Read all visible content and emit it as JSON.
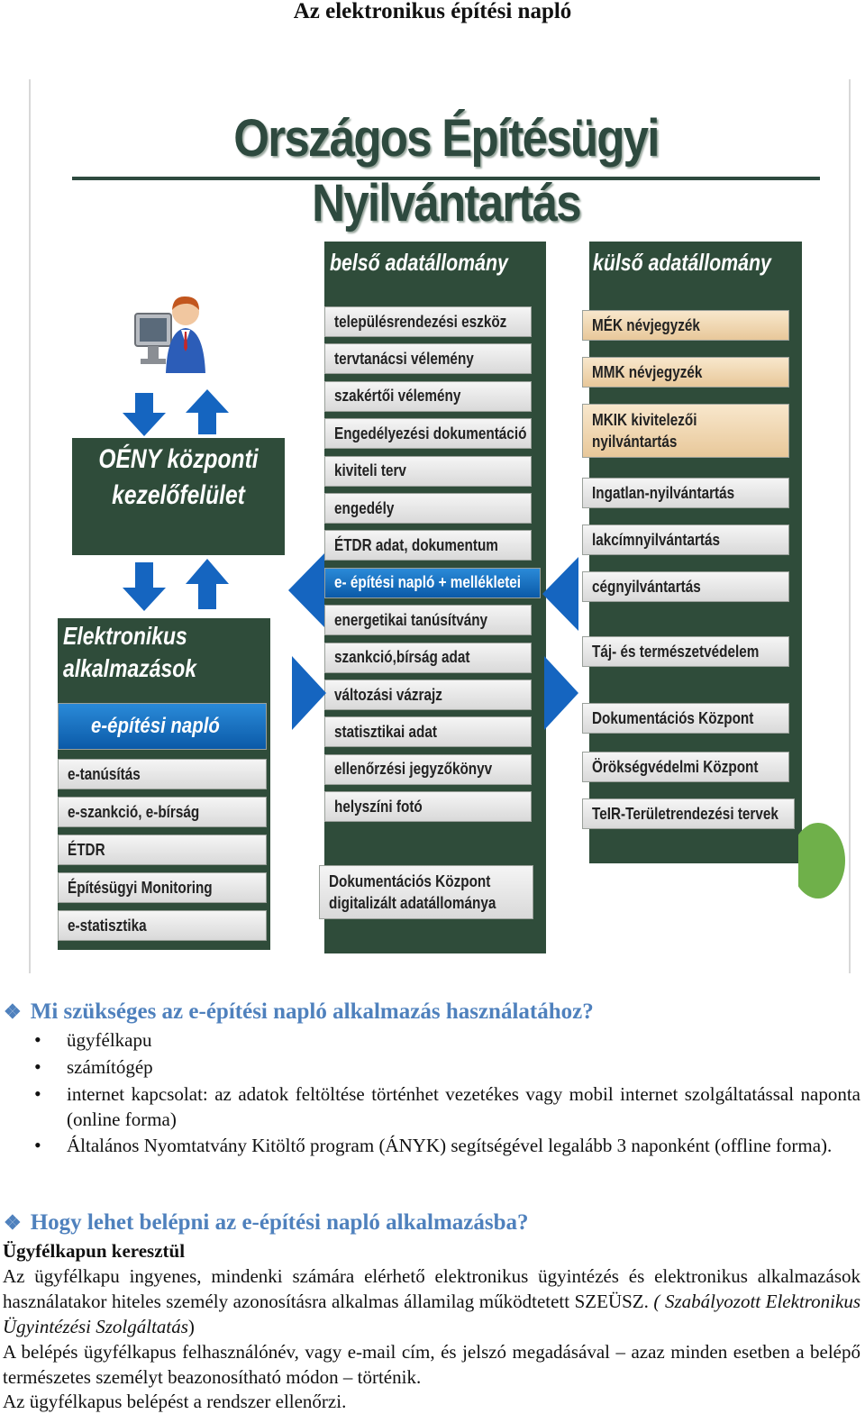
{
  "page_title": "Az elektronikus építési napló",
  "diagram": {
    "title": "Országos Építésügyi Nyilvántartás",
    "oeny_box": "OÉNY központi kezelőfelület",
    "apps_box": "Elektronikus alkalmazások",
    "apps": [
      "e-építési napló",
      "e-tanúsítás",
      "e-szankció, e-bírság",
      "ÉTDR",
      "Építésügyi Monitoring",
      "e-statisztika"
    ],
    "internal_header": "belső adatállomány",
    "internal_items": [
      "településrendezési eszköz",
      "tervtanácsi vélemény",
      "szakértői vélemény",
      "Engedélyezési dokumentáció",
      "kiviteli terv",
      "engedély",
      "ÉTDR adat, dokumentum",
      "e- építési napló + mellékletei",
      "energetikai tanúsítvány",
      "szankció,bírság adat",
      "változási vázrajz",
      "statisztikai adat",
      "ellenőrzési jegyzőkönyv",
      "helyszíni fotó"
    ],
    "internal_footer": "Dokumentációs Központ digitalizált adatállománya",
    "external_header": "külső adatállomány",
    "external_items": [
      "MÉK névjegyzék",
      "MMK névjegyzék",
      "MKIK kivitelezői nyilvántartás",
      "Ingatlan-nyilvántartás",
      "lakcímnyilvántartás",
      "cégnyilvántartás",
      "Táj- és természetvédelem",
      "Dokumentációs Központ",
      "Örökségvédelmi Központ",
      "TeIR-Területrendezési tervek"
    ]
  },
  "section1": {
    "heading": "Mi szükséges az e-építési napló alkalmazás használatához?",
    "bullets": [
      "ügyfélkapu",
      "számítógép",
      "internet kapcsolat: az adatok feltöltése történhet vezetékes vagy mobil internet szolgáltatással naponta (online forma)",
      "Általános Nyomtatvány Kitöltő program (ÁNYK) segítségével legalább 3 naponként (offline forma)."
    ]
  },
  "section2": {
    "heading": "Hogy lehet belépni az e-építési napló alkalmazásba?",
    "subheading": "Ügyfélkapun keresztül",
    "para1_text": "Az ügyfélkapu ingyenes, mindenki számára elérhető elektronikus ügyintézés és elektronikus alkalmazások használatakor hiteles személy azonosításra alkalmas államilag működtetett SZEÜSZ.",
    "para1_italic": "( Szabályozott Elektronikus Ügyintézési Szolgáltatás",
    "para1_close": ")",
    "para2": "A belépés ügyfélkapus felhasználónév, vagy e-mail cím, és jelszó megadásával – azaz minden esetben a belépő természetes személyt beazonosítható módon – történik.",
    "para3": "Az ügyfélkapus belépést a rendszer ellenőrzi."
  },
  "colors": {
    "panel_green": "#2f4c3a",
    "accent_blue": "#1565c0",
    "heading_blue": "#4f81bd"
  },
  "icons": [
    "user-at-computer-icon",
    "arrow-down-icon",
    "arrow-up-icon",
    "arrow-left-icon",
    "arrow-right-icon",
    "diamond-bullet-icon"
  ]
}
